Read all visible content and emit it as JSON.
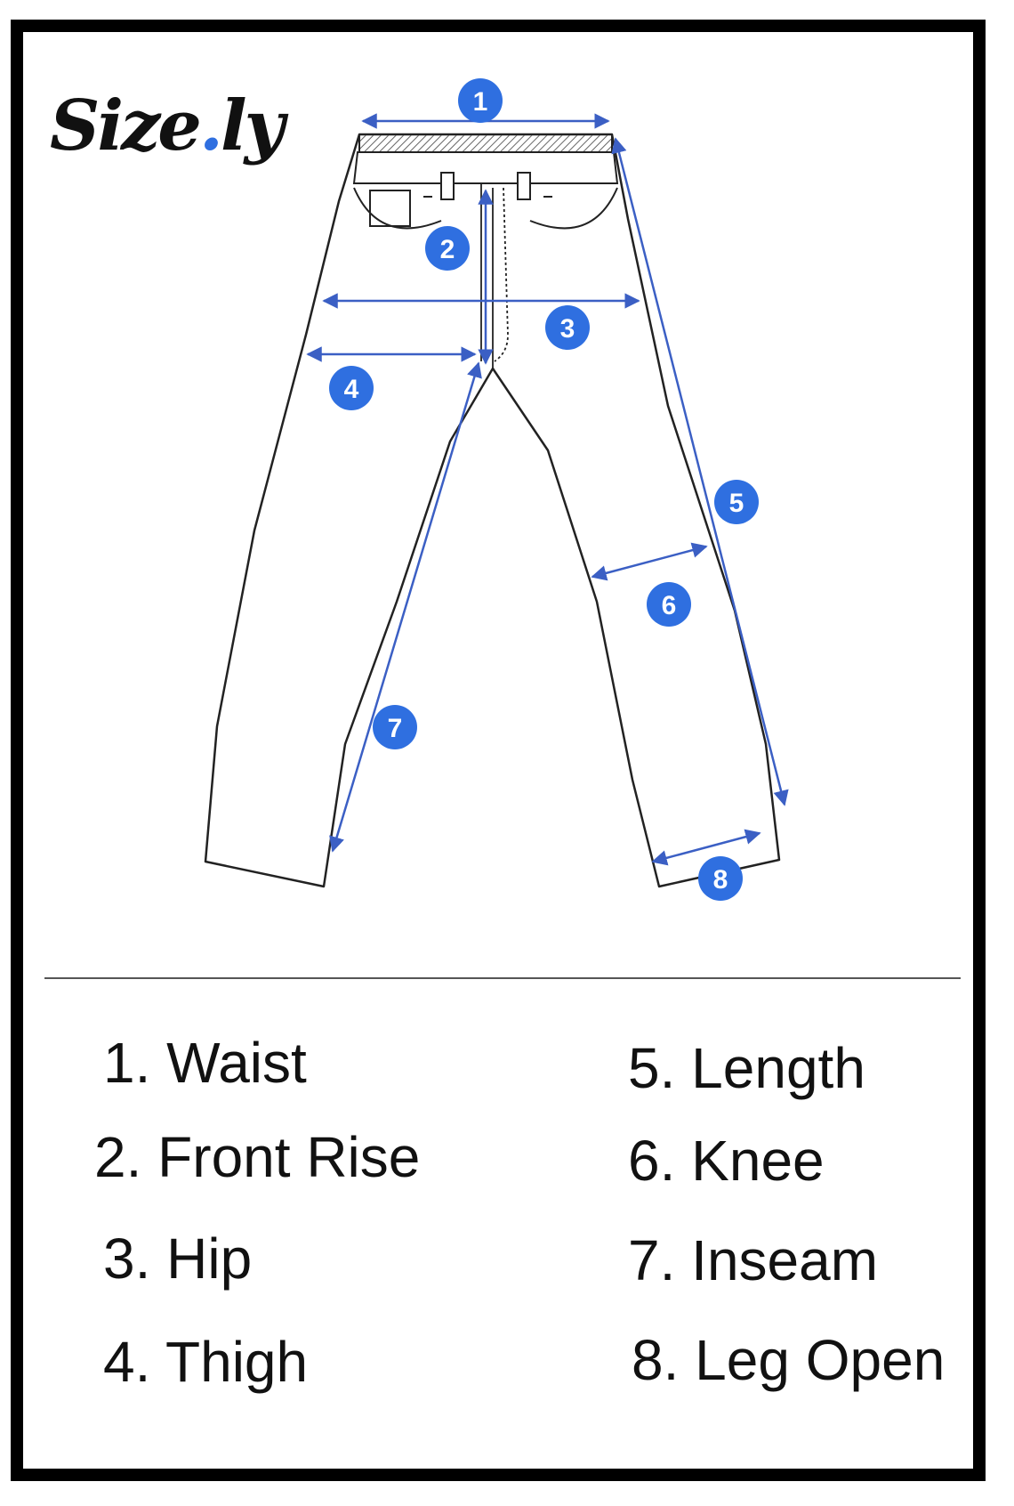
{
  "logo": {
    "text_main": "Size",
    "text_dot": ".",
    "text_end": "ly"
  },
  "colors": {
    "accent": "#2f6fe0",
    "measure_line": "#3b5fc4",
    "outline": "#222222",
    "frame": "#000000"
  },
  "markers": [
    "1",
    "2",
    "3",
    "4",
    "5",
    "6",
    "7",
    "8"
  ],
  "legend": {
    "left": [
      "1. Waist",
      "2. Front Rise",
      "3. Hip",
      "4. Thigh"
    ],
    "right": [
      "5. Length",
      "6. Knee",
      "7. Inseam",
      "8. Leg Open"
    ]
  }
}
